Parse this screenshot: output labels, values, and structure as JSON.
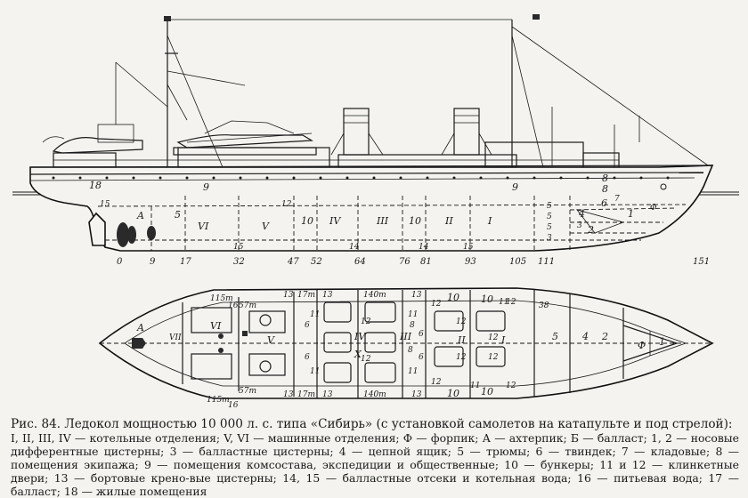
{
  "figure": {
    "title": "Рис. 84. Ледокол мощностью 10 000  л. с. типа «Сибирь» (с установкой самолетов на катапульте и под стрелой):",
    "legend": "I, II, III, IV — котельные отделения; V, VI — машинные отделения; Ф — форпик; А — ахтерпик; Б — балласт; 1, 2 — носовые дифферентные цистерны; 3 — балластные цистерны; 4 — цепной ящик; 5 — трюмы; 6 — твиндек; 7 — кладовые; 8 — помещения экипажа; 9 — помещения комсостава, экспедиции и общественные; 10 — бункеры; 11 и 12 — клинкетные двери; 13 — бортовые крено-вые цистерны; 14, 15 — балластные отсеки и котельная вода; 16 — питьевая вода; 17 — балласт; 18 — жилые помещения"
  },
  "elevation": {
    "compartments": [
      {
        "text": "VI"
      },
      {
        "text": "V"
      },
      {
        "text": "10"
      },
      {
        "text": "IV"
      },
      {
        "text": "III"
      },
      {
        "text": "10"
      },
      {
        "text": "II"
      },
      {
        "text": "I"
      }
    ],
    "frame_numbers": [
      "0",
      "9",
      "17",
      "32",
      "47",
      "52",
      "64",
      "76",
      "81",
      "93",
      "105",
      "111",
      "151"
    ],
    "labels": {
      "living": "18",
      "aft_dt": "15",
      "aft": "A",
      "aft2": "5",
      "bunker_top": "12",
      "upper9a": "9",
      "upper9b": "9",
      "crew8a": "8",
      "crew8b": "8",
      "tween": "6",
      "hold5a": "5",
      "hold5b": "5",
      "hold5c": "5",
      "ballast3a": "3",
      "ballast3b": "3",
      "trim1": "1",
      "trim2": "2",
      "chain4": "4",
      "fore": "Ф",
      "stores7": "7",
      "deck15": "15",
      "b14a": "14",
      "b14b": "14",
      "b15": "15"
    }
  },
  "plan": {
    "labels": {
      "fore": "Ф",
      "aft": "A",
      "m_VI": "VI",
      "m_V": "V",
      "m_VII": "VII",
      "c_IV": "IV",
      "c_III": "III",
      "c_II": "II",
      "c_I": "I",
      "b13a": "13",
      "b17ta": "17т",
      "b13b": "13",
      "b14ta": "140т",
      "b13c": "13",
      "b13d": "13",
      "b17tb": "17т",
      "b13e": "13",
      "b14tb": "140т",
      "b13f": "13",
      "b115a": "115т",
      "b115b": "115т",
      "b57a": "57т",
      "b57b": "57т",
      "b38": "38",
      "w16a": "16",
      "w16b": "16",
      "n11a": "11",
      "n11b": "11",
      "n11c": "11",
      "n11d": "11",
      "n11e": "11",
      "n11f": "11",
      "n12a": "12",
      "n12b": "12",
      "n12c": "12",
      "n12d": "12",
      "n12e": "12",
      "n12f": "12",
      "n12g": "12",
      "n12h": "12",
      "n12i": "12",
      "n12j": "12",
      "n6a": "6",
      "n6b": "6",
      "n6c": "6",
      "n6d": "6",
      "n8a": "8",
      "n8b": "8",
      "n10a": "10",
      "n10b": "10",
      "n10c": "10",
      "n10d": "10",
      "n5": "5",
      "n4": "4",
      "n2": "2",
      "n1": "1",
      "x": "X"
    }
  }
}
